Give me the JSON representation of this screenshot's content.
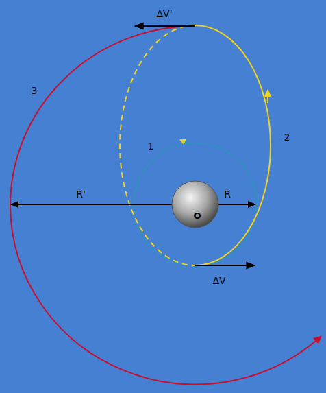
{
  "diagram": {
    "nodes": [
      {
        "text": [
          "O"
        ]
      }
    ],
    "labels": [
      "ΔV'",
      "3",
      "1",
      "2",
      "R'",
      "R",
      "ΔV"
    ]
  }
}
